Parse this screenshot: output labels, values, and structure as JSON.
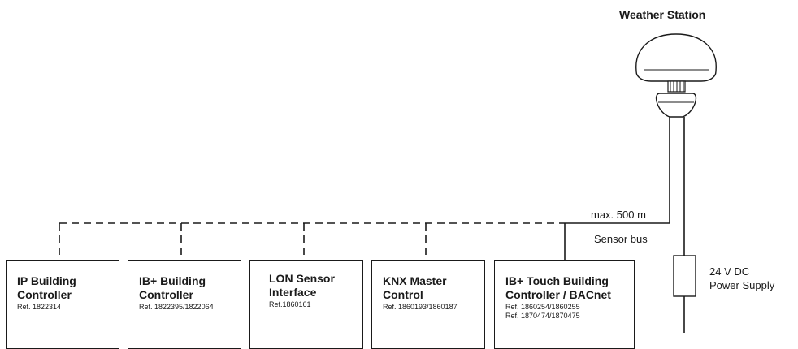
{
  "weather_station": {
    "label": "Weather Station"
  },
  "bus": {
    "distance_label": "max. 500 m",
    "bus_label": "Sensor bus"
  },
  "power_supply": {
    "line1": "24 V DC",
    "line2": "Power Supply"
  },
  "devices": [
    {
      "name_line1": "IP Building",
      "name_line2": "Controller",
      "ref1": "Ref. 1822314",
      "ref2": ""
    },
    {
      "name_line1": "IB+ Building",
      "name_line2": "Controller",
      "ref1": "Ref. 1822395/1822064",
      "ref2": ""
    },
    {
      "name_line1": "LON Sensor",
      "name_line2": "Interface",
      "ref1": "Ref.1860161",
      "ref2": ""
    },
    {
      "name_line1": "KNX Master",
      "name_line2": "Control",
      "ref1": "Ref. 1860193/1860187",
      "ref2": ""
    },
    {
      "name_line1": "IB+ Touch Building",
      "name_line2": "Controller / BACnet",
      "ref1": "Ref. 1860254/1860255",
      "ref2": "Ref. 1870474/1870475"
    }
  ]
}
